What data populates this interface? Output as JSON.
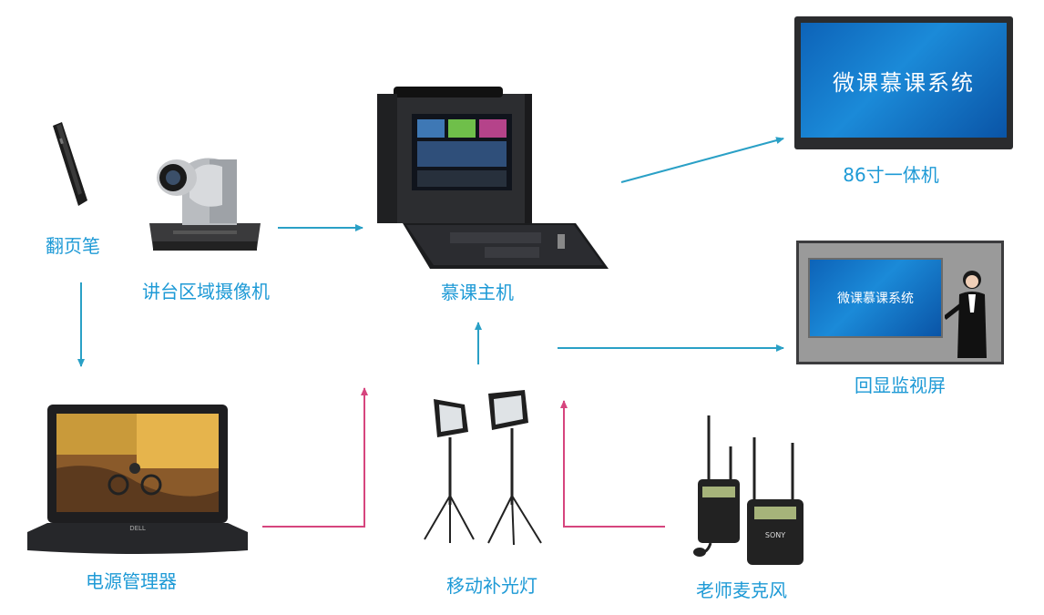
{
  "devices": {
    "page_turner": {
      "label": "翻页笔"
    },
    "camera": {
      "label": "讲台区域摄像机"
    },
    "host": {
      "label": "慕课主机"
    },
    "display86": {
      "label": "86寸一体机",
      "screen_text": "微课慕课系统"
    },
    "monitor": {
      "label": "回显监视屏",
      "screen_text": "微课慕课系统"
    },
    "power": {
      "label": "电源管理器"
    },
    "lights": {
      "label": "移动补光灯"
    },
    "mic": {
      "label": "老师麦克风",
      "brand": "SONY"
    },
    "laptop_brand": "DELL"
  },
  "colors": {
    "label": "#1e9ad6",
    "arrow_video": "#2aa0c6",
    "arrow_power": "#d6457e"
  }
}
